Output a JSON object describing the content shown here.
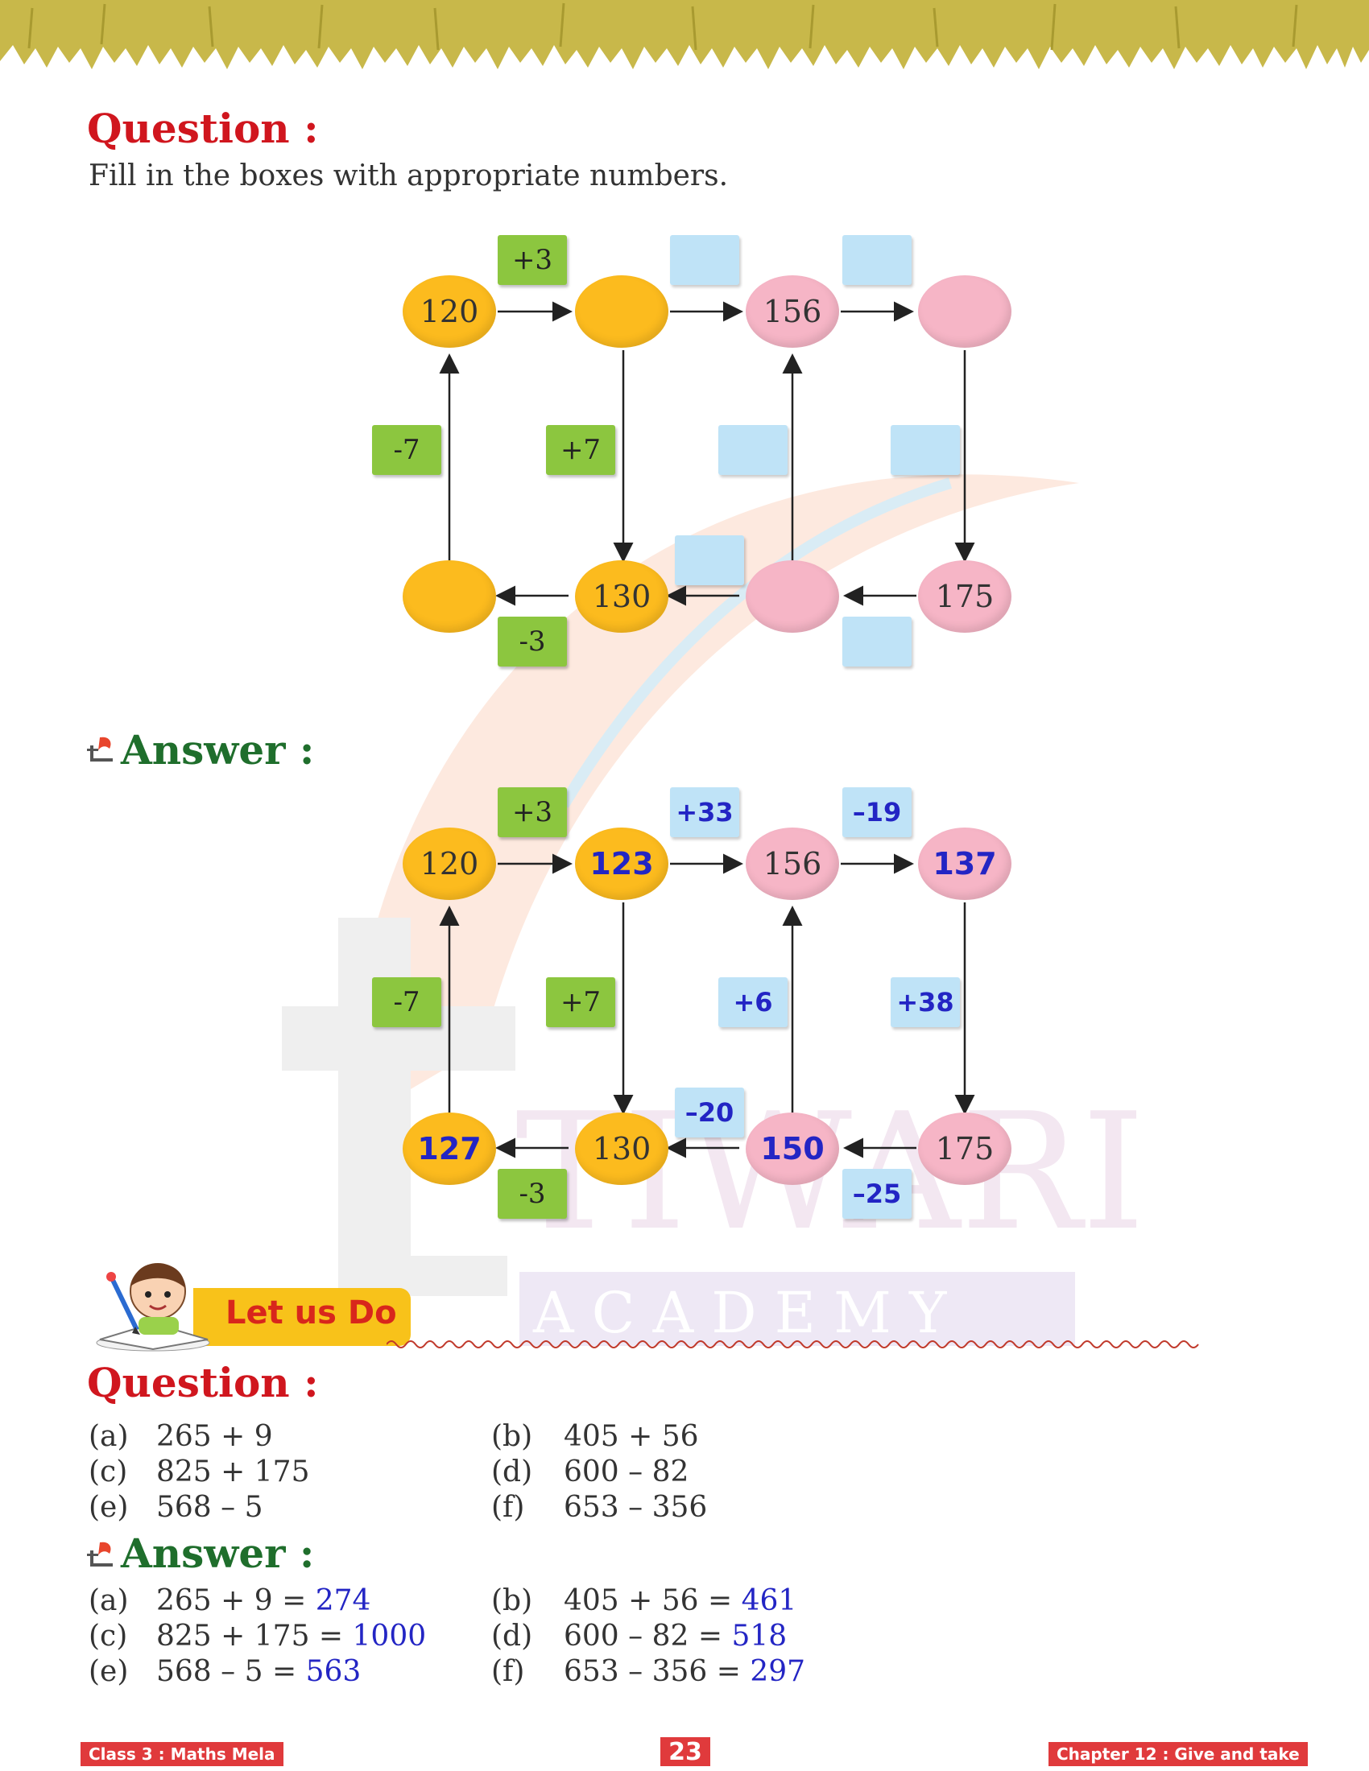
{
  "header": {
    "decoration": "grass-border"
  },
  "question1": {
    "title": "Question :",
    "instruction": "Fill in the boxes with appropriate numbers.",
    "nodes": [
      "120",
      "",
      "156",
      "",
      "",
      "130",
      "",
      "175"
    ],
    "ops": [
      "+3",
      "",
      "",
      "-7",
      "+7",
      "",
      "",
      "",
      "-3",
      ""
    ]
  },
  "answer1": {
    "title": "Answer :",
    "nodes": [
      "120",
      "123",
      "156",
      "137",
      "127",
      "130",
      "150",
      "175"
    ],
    "ops": [
      "+3",
      "+33",
      "–19",
      "-7",
      "+7",
      "+6",
      "+38",
      "–20",
      "-3",
      "–25"
    ]
  },
  "let_us_do": {
    "label": "Let us Do"
  },
  "question2": {
    "title": "Question :",
    "items": [
      {
        "label": "(a)",
        "expr": "265 + 9"
      },
      {
        "label": "(b)",
        "expr": "405 + 56"
      },
      {
        "label": "(c)",
        "expr": "825 + 175"
      },
      {
        "label": "(d)",
        "expr": "600 – 82"
      },
      {
        "label": "(e)",
        "expr": "568 – 5"
      },
      {
        "label": "(f)",
        "expr": "653 – 356"
      }
    ]
  },
  "answer2": {
    "title": "Answer :",
    "items": [
      {
        "label": "(a)",
        "expr": "265 + 9 = ",
        "result": "274"
      },
      {
        "label": "(b)",
        "expr": "405 + 56 = ",
        "result": "461"
      },
      {
        "label": "(c)",
        "expr": "825 + 175 = ",
        "result": "1000"
      },
      {
        "label": "(d)",
        "expr": "600 – 82 = ",
        "result": "518"
      },
      {
        "label": "(e)",
        "expr": "568 – 5 = ",
        "result": "563"
      },
      {
        "label": "(f)",
        "expr": "653 – 356 = ",
        "result": "297"
      }
    ]
  },
  "watermark": {
    "line1": "TIWARI",
    "line2": "A C A D E M Y"
  },
  "footer": {
    "left": "Class 3 : Maths Mela",
    "page": "23",
    "right": "Chapter 12 : Give and take"
  },
  "colors": {
    "heading_red": "#d0161e",
    "heading_green": "#1f6e2c",
    "answer_blue": "#2325c4",
    "orange_node": "#fcbb1e",
    "pink_node": "#f6b5c6",
    "green_box": "#8cc63f",
    "blue_box": "#bfe3f7"
  }
}
